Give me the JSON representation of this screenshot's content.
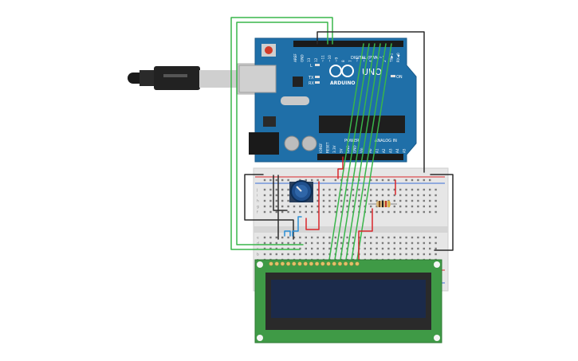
{
  "arduino": {
    "brand": "ARDUINO",
    "model": "UNO",
    "digital_header": "DIGITAL (PWM~)",
    "analog_header": "ANALOG IN",
    "power_header": "POWER",
    "led_l": "L",
    "led_tx": "TX",
    "led_rx": "RX",
    "led_on": "ON",
    "digital_pins": [
      "AREF",
      "GND",
      "13",
      "12",
      "~11",
      "~10",
      "~9",
      "8",
      "7",
      "~6",
      "~5",
      "4",
      "~3",
      "2",
      "TX▶1",
      "RX◀0"
    ],
    "power_pins": [
      "IOREF",
      "RESET",
      "3.3V",
      "5V",
      "GND",
      "GND",
      "Vin"
    ],
    "analog_pins": [
      "A0",
      "A1",
      "A2",
      "A3",
      "A4",
      "A5"
    ]
  },
  "breadboard": {
    "row_labels": [
      "a",
      "b",
      "c",
      "d",
      "e",
      "f",
      "g",
      "h",
      "i",
      "j"
    ]
  },
  "colors": {
    "board_blue": "#1f6fa8",
    "wire_green": "#39b54a",
    "wire_red": "#d9262b",
    "wire_black": "#2b2b2b",
    "wire_blue": "#2a8fd6",
    "lcd_pcb": "#3f9a46",
    "lcd_screen": "#1b2a4a"
  },
  "icons": [
    "usb-cable-icon",
    "potentiometer-icon",
    "resistor-icon",
    "reset-button-icon"
  ]
}
